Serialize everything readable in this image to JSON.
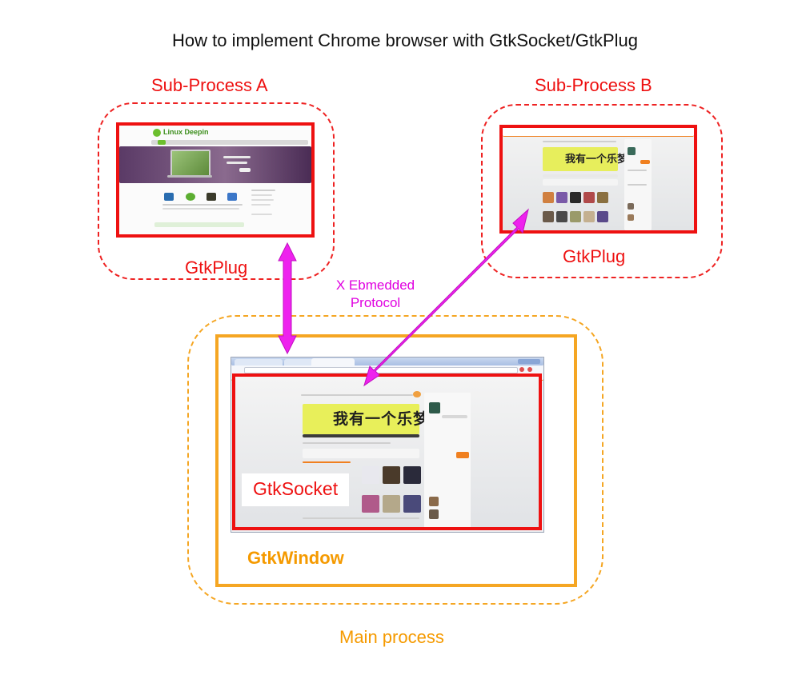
{
  "title": "How to implement Chrome browser with GtkSocket/GtkPlug",
  "sub_process_a": {
    "label": "Sub-Process A",
    "plug_label": "GtkPlug",
    "site_logo": "Linux Deepin"
  },
  "sub_process_b": {
    "label": "Sub-Process B",
    "plug_label": "GtkPlug"
  },
  "protocol_label_line1": "X Ebmedded",
  "protocol_label_line2": "Protocol",
  "main_process": {
    "label": "Main process",
    "window_label": "GtkWindow",
    "socket_label": "GtkSocket"
  },
  "colors": {
    "red": "#ee1111",
    "orange": "#f5a623",
    "magenta": "#ee22ee"
  }
}
